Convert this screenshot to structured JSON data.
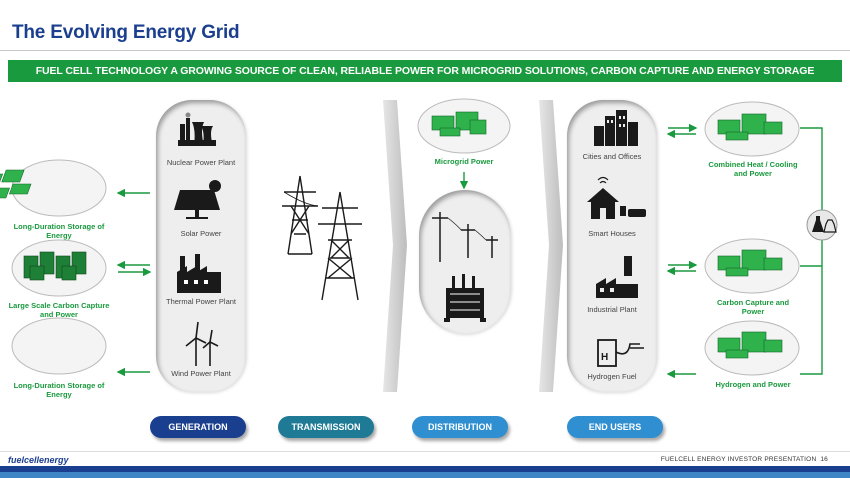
{
  "title": "The Evolving Energy Grid",
  "banner": "FUEL CELL TECHNOLOGY A GROWING SOURCE OF CLEAN, RELIABLE POWER FOR MICROGRID SOLUTIONS, CARBON CAPTURE AND ENERGY STORAGE",
  "generation": {
    "items": [
      "Nuclear Power Plant",
      "Solar Power",
      "Thermal Power Plant",
      "Wind Power Plant"
    ]
  },
  "storage": {
    "top": "Long-Duration Storage of Energy",
    "middle": "Large Scale Carbon Capture and Power",
    "bottom": "Long-Duration Storage of Energy"
  },
  "microgrid": "Microgrid Power",
  "end_users": {
    "items": [
      "Cities and Offices",
      "Smart Houses",
      "Industrial Plant",
      "Hydrogen Fuel"
    ]
  },
  "applications": {
    "top": "Combined Heat / Cooling and Power",
    "middle": "Carbon Capture and Power",
    "bottom": "Hydrogen and Power"
  },
  "stages": {
    "generation": "GENERATION",
    "transmission": "TRANSMISSION",
    "distribution": "DISTRIBUTION",
    "end_users": "END USERS"
  },
  "colors": {
    "title_blue": "#1b3f8f",
    "brand_green": "#1a9a3e",
    "generation_btn": "#1b3f8f",
    "transmission_btn": "#1f7a96",
    "distribution_btn": "#2f8fd0",
    "end_users_btn": "#2f8fd0"
  },
  "footer": {
    "logo": "fuelcellenergy",
    "text": "FUELCELL ENERGY INVESTOR PRESENTATION",
    "page": "16"
  }
}
